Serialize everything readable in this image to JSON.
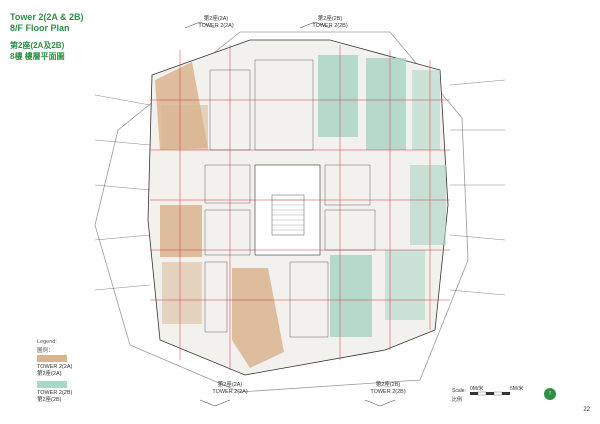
{
  "title": {
    "line1": "Tower 2(2A & 2B)",
    "line2": "8/F  Floor Plan",
    "line3": "第2座(2A及2B)",
    "line4": "8樓  樓層平面圖"
  },
  "tower_labels": {
    "top_left": {
      "cn": "第2座(2A)",
      "en": "TOWER 2(2A)"
    },
    "top_right": {
      "cn": "第2座(2B)",
      "en": "TOWER 2(2B)"
    },
    "bottom_left": {
      "cn": "第2座(2A)",
      "en": "TOWER 2(2A)"
    },
    "bottom_right": {
      "cn": "第2座(2B)",
      "en": "TOWER 2(2B)"
    }
  },
  "legend": {
    "title": "Legend:",
    "title_cn": "圖例：",
    "items": [
      {
        "en": "TOWER 2(2A)",
        "cn": "第2座(2A)",
        "color": "#d8b48f"
      },
      {
        "en": "TOWER 2(2B)",
        "cn": "第2座(2B)",
        "color": "#a9d6c6"
      }
    ]
  },
  "scale": {
    "label": "Scale:",
    "label_cn": "比例",
    "start": "0M/米",
    "end": "5M/米"
  },
  "north_icon": "north-arrow-icon",
  "page_number": "22"
}
